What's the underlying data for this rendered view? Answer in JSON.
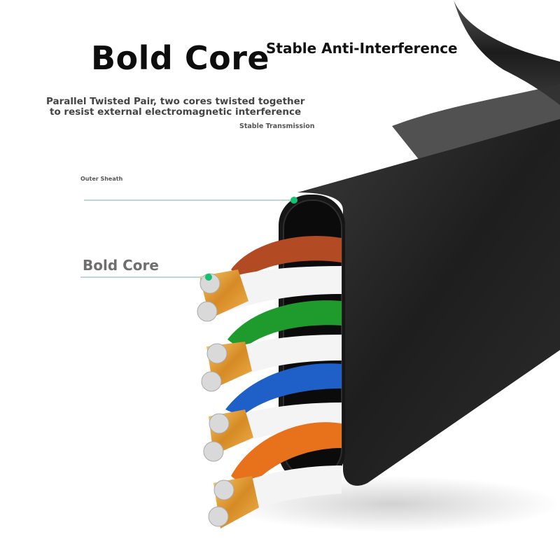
{
  "headline": "Bold Core",
  "subheadline": "Stable Anti-Interference",
  "description": {
    "line1": "Parallel Twisted Pair, two cores twisted together",
    "line2": "to resist external electromagnetic interference"
  },
  "stable_transmission": "Stable Transmission",
  "callouts": {
    "outer_sheath": "Outer Sheath",
    "bold_core": "Bold Core"
  },
  "colors": {
    "accent_dot": "#11c26f",
    "leader_line": "#b8dccb",
    "sheath": "#222222",
    "pair_brown": "#b24a24",
    "pair_green": "#1f9a2c",
    "pair_blue": "#1f5fc8",
    "pair_orange": "#e8711c",
    "copper": "#e0a040"
  },
  "wire_pairs": [
    {
      "color_name": "brown"
    },
    {
      "color_name": "green"
    },
    {
      "color_name": "blue"
    },
    {
      "color_name": "orange"
    }
  ]
}
